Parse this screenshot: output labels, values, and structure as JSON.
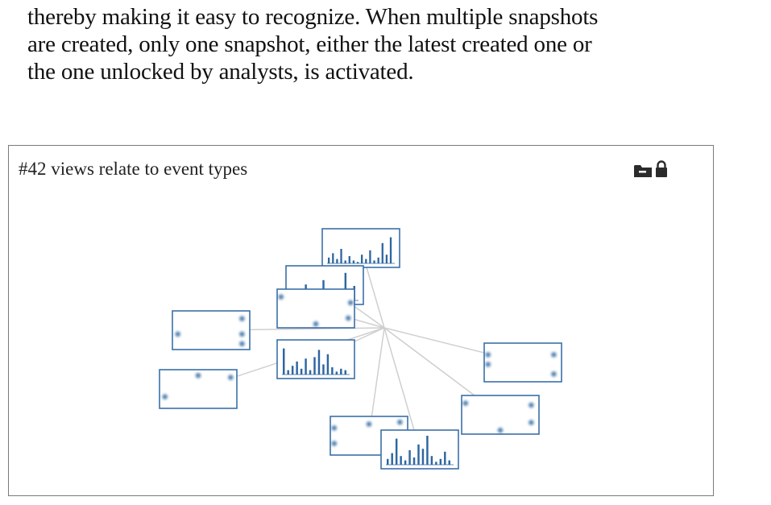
{
  "paper": {
    "lines": [
      "thereby making it easy to recognize. When multiple snapshots",
      "are created, only one snapshot, either the latest created one or",
      "the one unlocked by analysts, is activated."
    ]
  },
  "figure": {
    "title": "#42 views relate to event types",
    "icons": [
      "folder-icon",
      "lock-icon"
    ],
    "colors": {
      "card_border": "#3a6fa8",
      "mark": "#2f66a0",
      "link": "#cfcfcf",
      "frame": "#7a7a7a"
    },
    "hub_views": [
      {
        "name": "view-card-1",
        "kind": "histogram",
        "bars": [
          0.2,
          0.35,
          0.15,
          0.5,
          0.1,
          0.25,
          0.1,
          0.05,
          0.3,
          0.15,
          0.45,
          0.1,
          0.2,
          0.7,
          0.3,
          0.9
        ]
      },
      {
        "name": "view-card-2",
        "kind": "histogram",
        "bars": [
          0.15,
          0.4,
          0.1,
          0.55,
          0.2,
          0.35,
          0.15,
          0.7,
          0.25,
          0.4,
          0.1,
          0.3,
          0.95,
          0.3,
          0.5
        ]
      },
      {
        "name": "view-card-3",
        "kind": "dots"
      },
      {
        "name": "view-card-4",
        "kind": "dots"
      },
      {
        "name": "view-card-5",
        "kind": "dots"
      },
      {
        "name": "view-card-6",
        "kind": "histogram",
        "bars": [
          0.9,
          0.15,
          0.3,
          0.45,
          0.2,
          0.55,
          0.15,
          0.6,
          0.85,
          0.35,
          0.7,
          0.25,
          0.1,
          0.2,
          0.15
        ]
      },
      {
        "name": "view-card-7",
        "kind": "dots"
      },
      {
        "name": "view-card-8",
        "kind": "dots"
      },
      {
        "name": "view-card-9",
        "kind": "dots"
      },
      {
        "name": "view-card-10",
        "kind": "histogram",
        "bars": [
          0.2,
          0.4,
          0.9,
          0.3,
          0.15,
          0.5,
          0.25,
          0.7,
          0.55,
          1.0,
          0.3,
          0.1,
          0.2,
          0.45,
          0.15
        ]
      },
      {
        "name": "view-card-11",
        "kind": "dots"
      }
    ]
  }
}
